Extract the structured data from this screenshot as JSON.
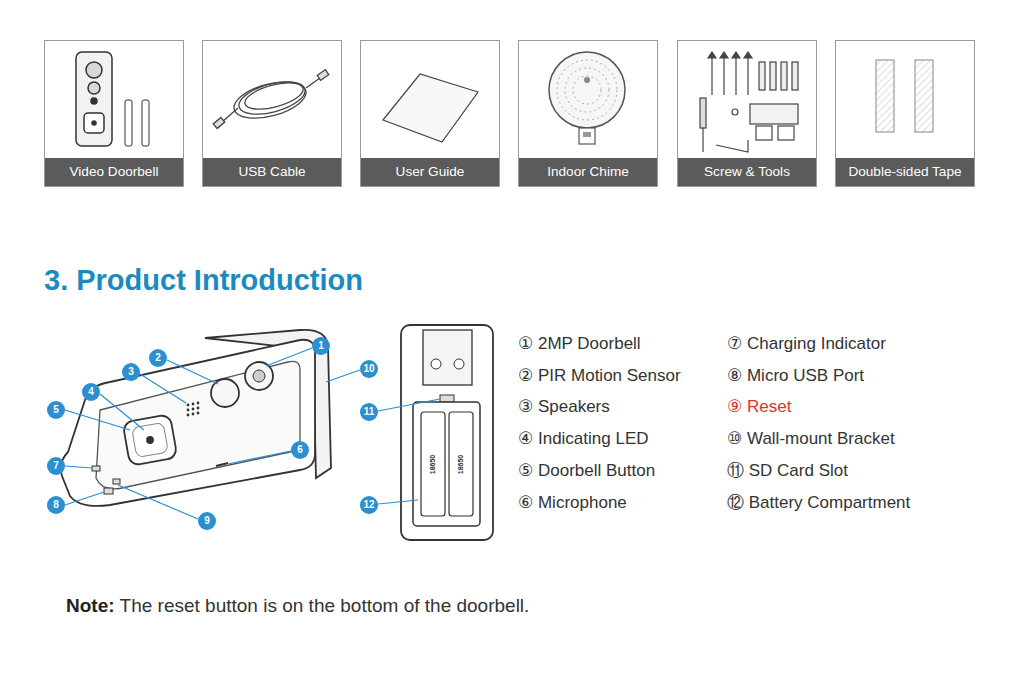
{
  "diagram": {
    "title": "3. Product Introduction",
    "nodes": [
      {
        "text": [
          "Video Doorbell"
        ]
      },
      {
        "text": [
          "USB Cable"
        ]
      },
      {
        "text": [
          "User Guide"
        ]
      },
      {
        "text": [
          "Indoor Chime"
        ]
      },
      {
        "text": [
          "Screw & Tools"
        ]
      },
      {
        "text": [
          "Double-sided Tape"
        ]
      }
    ],
    "labels": [
      "1",
      "2",
      "3",
      "4",
      "5",
      "6",
      "7",
      "8",
      "9",
      "10",
      "11",
      "12",
      "18650",
      "18650",
      "① 2MP Doorbell",
      "② PIR Motion Sensor",
      "③ Speakers",
      "④ Indicating LED",
      "⑤ Doorbell Button",
      "⑥ Microphone",
      "⑦ Charging Indicator",
      "⑧ Micro USB Port",
      "⑨ Reset",
      "⑩ Wall-mount Bracket",
      "⑪ SD Card Slot",
      "⑫ Battery Compartment",
      "Note:",
      "The reset button is on the bottom of the doorbell."
    ]
  }
}
